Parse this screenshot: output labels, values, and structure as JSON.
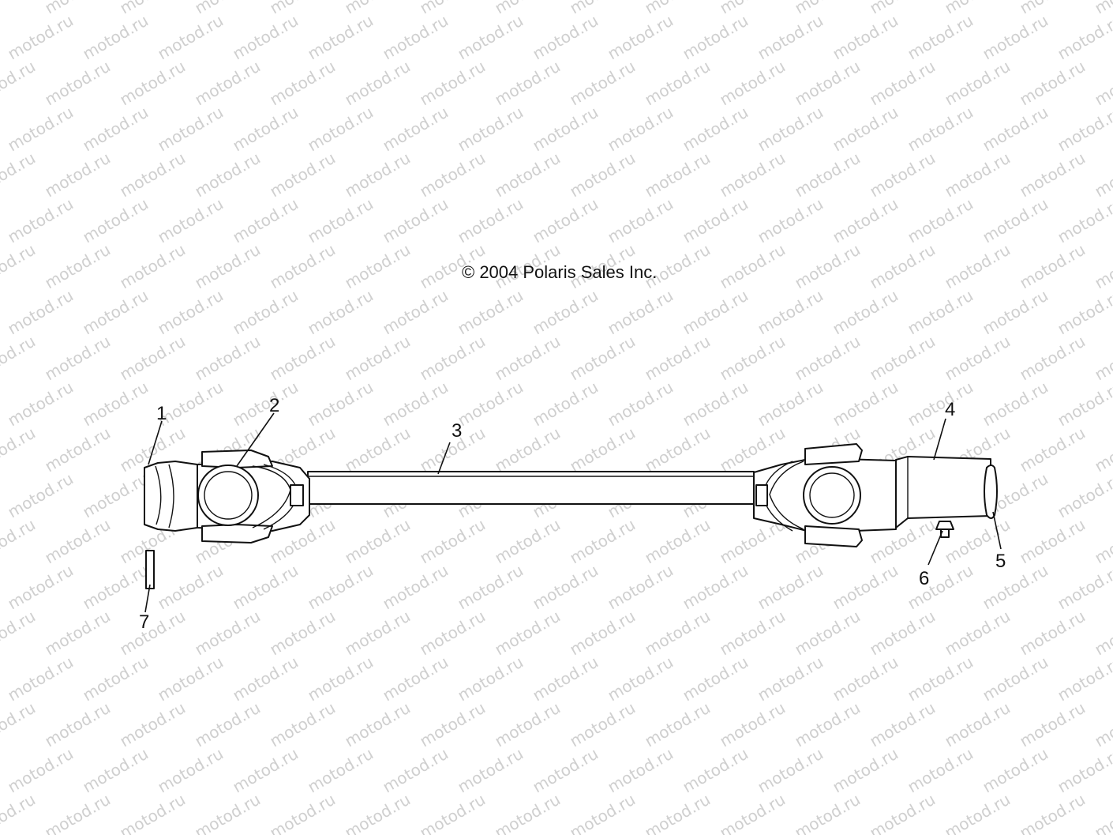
{
  "watermark": "motod.ru",
  "copyright": "© 2004 Polaris Sales Inc.",
  "callouts": [
    "1",
    "2",
    "3",
    "4",
    "5",
    "6",
    "7"
  ],
  "colors": {
    "line": "#111111",
    "watermark": "#cfcfcf",
    "background": "#ffffff"
  }
}
